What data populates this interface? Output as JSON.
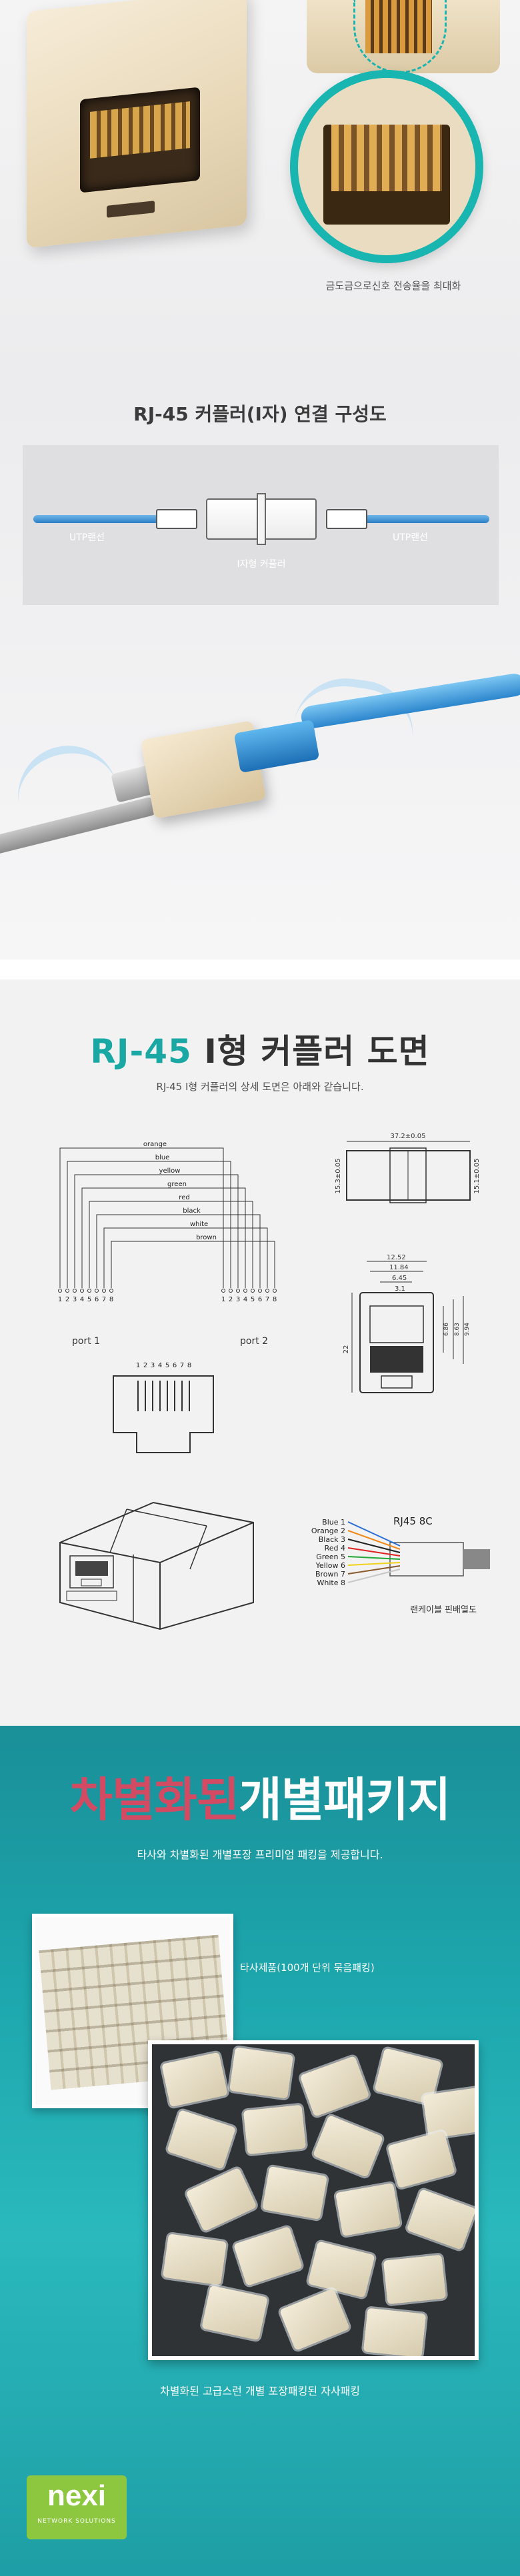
{
  "closeup": {
    "caption": "금도금으로신호 전송율을 최대화"
  },
  "connection_diagram": {
    "title": "RJ-45 커플러(I자) 연결 구성도",
    "left_cable_label": "UTP랜선",
    "right_cable_label": "UTP랜선",
    "coupler_label": "I자형 커플러"
  },
  "drawing": {
    "title_accent": "RJ-45",
    "title_rest": " I형 커플러 도면",
    "subtitle": "RJ-45 I형 커플러의 상세 도면은 아래와 같습니다.",
    "wires": [
      "orange",
      "blue",
      "yellow",
      "green",
      "red",
      "black",
      "white",
      "brown"
    ],
    "pin_numbers": [
      "1",
      "2",
      "3",
      "4",
      "5",
      "6",
      "7",
      "8"
    ],
    "port1_label": "port 1",
    "port2_label": "port 2",
    "dims": {
      "top_width": "37.2±0.05",
      "left_height": "15.3±0.05",
      "right_height": "15.1±0.05",
      "w1": "12.52",
      "w2": "11.84",
      "w3": "6.45",
      "w4": "3.1",
      "h_main": "22",
      "h1": "6.86",
      "h2": "8.63",
      "h3": "9.94"
    },
    "legend_title": "RJ45 8C",
    "legend": [
      {
        "label": "Blue 1",
        "color": "#2b6fd6"
      },
      {
        "label": "Orange 2",
        "color": "#f08a1c"
      },
      {
        "label": "Black 3",
        "color": "#222222"
      },
      {
        "label": "Red 4",
        "color": "#e02222"
      },
      {
        "label": "Green 5",
        "color": "#23a836"
      },
      {
        "label": "Yellow 6",
        "color": "#f2d21b"
      },
      {
        "label": "Brown 7",
        "color": "#8a5a2b"
      },
      {
        "label": "White 8",
        "color": "#c8c8c8"
      }
    ],
    "legend_caption": "랜케이블 핀배열도"
  },
  "package": {
    "title_pink": "차별화된",
    "title_white": "개별패키지",
    "subtitle": "타사와 차별화된 개별포장 프리미엄 패킹을 제공합니다.",
    "tray_caption": "타사제품(100개 단위 묶음패킹)",
    "bag_caption": "차별화된 고급스런 개별 포장패킹된 자사패킹"
  },
  "brand": {
    "logo": "nexi",
    "logo_sub": "NETWORK SOLUTIONS"
  },
  "colors": {
    "accent_teal": "#1aa8a5",
    "package_pink": "#d34a63",
    "logo_green": "#8dc63f"
  }
}
